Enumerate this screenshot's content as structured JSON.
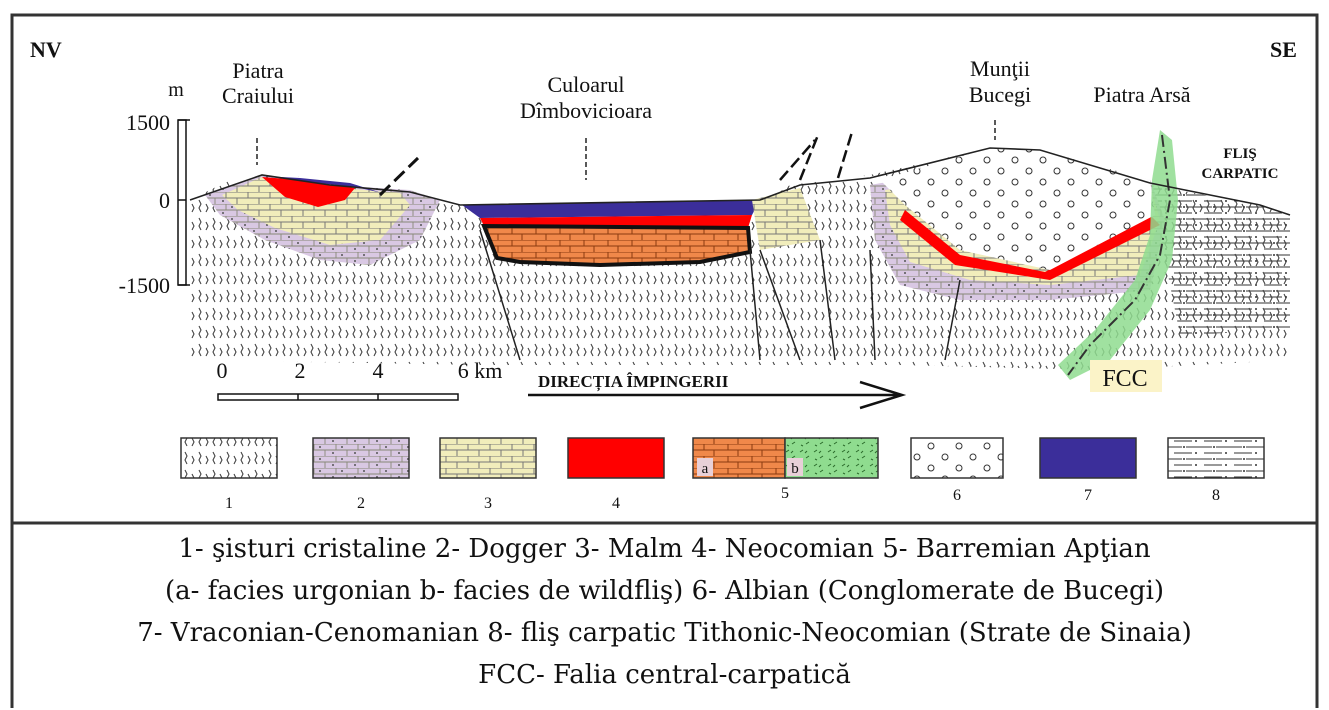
{
  "diagram": {
    "corner_left": "NV",
    "corner_right": "SE",
    "place_labels": {
      "piatra_craiului": [
        "Piatra",
        "Craiului"
      ],
      "culoarul": [
        "Culoarul",
        "Dîmbovicioara"
      ],
      "muntii_bucegi": [
        "Munţii",
        "Bucegi"
      ],
      "piatra_arsa": "Piatra Arsă",
      "flis_carpatic": [
        "FLIŞ",
        "CARPATIC"
      ],
      "fcc": "FCC"
    },
    "elevation_axis": {
      "unit": "m",
      "ticks": [
        "1500",
        "0",
        "-1500"
      ]
    },
    "scale_bar": {
      "ticks": [
        "0",
        "2",
        "4",
        "6 km"
      ]
    },
    "direction_label": "DIRECȚIA ÎMPINGERII",
    "legend": [
      {
        "num": "1",
        "pattern": "schist"
      },
      {
        "num": "2",
        "pattern": "dotted-limestone",
        "color": "#d9c8e3"
      },
      {
        "num": "3",
        "pattern": "limestone",
        "color": "#f1edbb"
      },
      {
        "num": "4",
        "pattern": "solid",
        "color": "#ff0000"
      },
      {
        "num": "5",
        "pattern": "split",
        "sub_a": "a",
        "sub_b": "b",
        "color_a": "#f0884a",
        "color_b": "#8fdc8f"
      },
      {
        "num": "6",
        "pattern": "conglomerate"
      },
      {
        "num": "7",
        "pattern": "solid",
        "color": "#3b2e9a"
      },
      {
        "num": "8",
        "pattern": "flysch"
      }
    ]
  },
  "caption": [
    "1- şisturi cristaline  2- Dogger  3- Malm  4- Neocomian  5- Barremian Apţian",
    "(a- facies urgonian  b- facies de wildfliş)  6- Albian (Conglomerate de Bucegi)",
    "7- Vraconian-Cenomanian  8- fliş carpatic Tithonic-Neocomian (Strate de Sinaia)",
    "FCC- Falia central-carpatică"
  ]
}
